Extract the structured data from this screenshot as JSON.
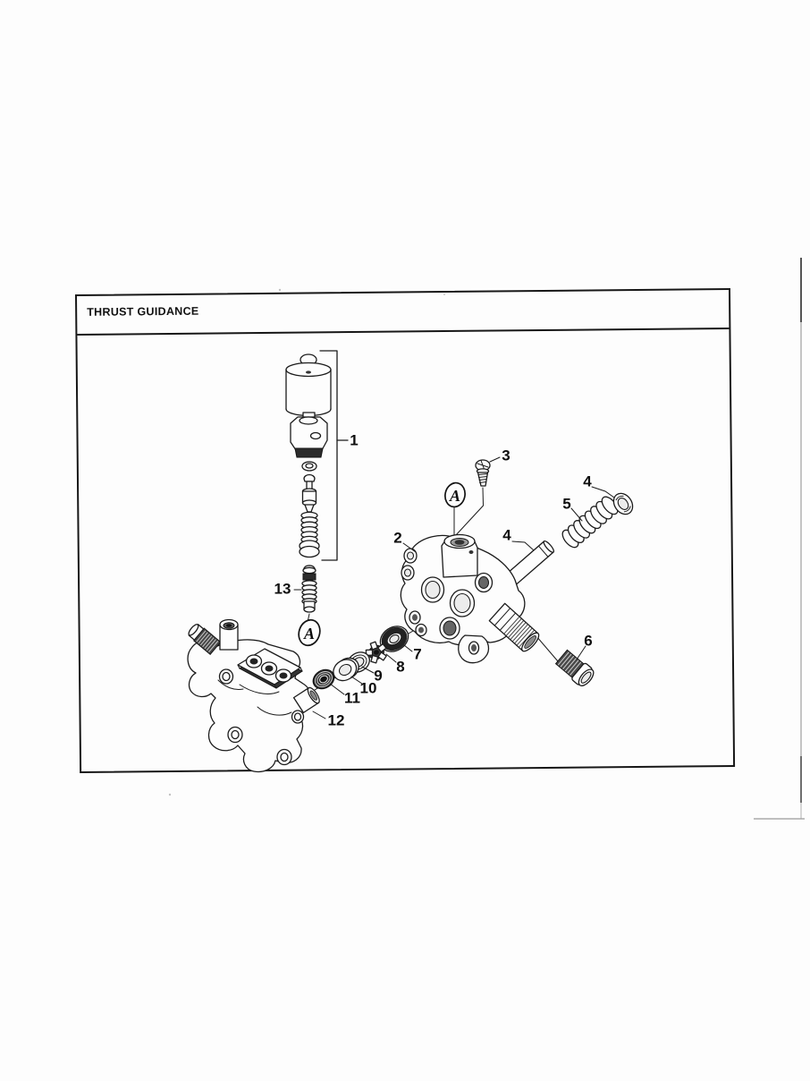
{
  "page": {
    "section_title": "THRUST GUIDANCE"
  },
  "diagram": {
    "callouts": [
      {
        "label": "1"
      },
      {
        "label": "2"
      },
      {
        "label": "3"
      },
      {
        "label": "4"
      },
      {
        "label": "5"
      },
      {
        "label": "6"
      },
      {
        "label": "7"
      },
      {
        "label": "8"
      },
      {
        "label": "9"
      },
      {
        "label": "10"
      },
      {
        "label": "11"
      },
      {
        "label": "12"
      },
      {
        "label": "13"
      },
      {
        "label": "4"
      }
    ],
    "markers": [
      {
        "label": "A"
      },
      {
        "label": "A"
      }
    ]
  }
}
